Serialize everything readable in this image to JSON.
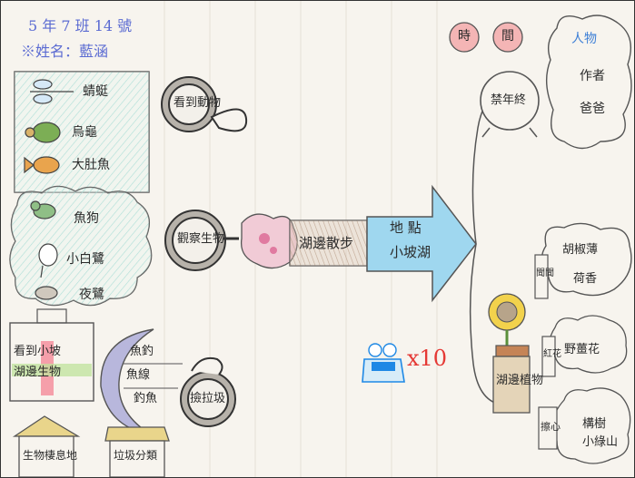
{
  "header": {
    "class_line": "5 年 7 班 14 號",
    "name_line": "※姓名：藍涵"
  },
  "left_group_top": {
    "animals": [
      "蜻蜓",
      "烏龜",
      "大肚魚"
    ],
    "magnifier_label": "看到動物"
  },
  "left_group_mid": {
    "birds": [
      "魚狗",
      "小白鷺",
      "夜鷺"
    ],
    "magnifier_label": "觀察生物"
  },
  "center": {
    "walk_label": "湖邊散步",
    "arrow_top": "地 點",
    "arrow_bottom": "小坡湖"
  },
  "left_group_bottom": {
    "box_line1": "看到小坡",
    "box_line2": "湖邊生物",
    "moon_items": [
      "魚釣",
      "魚線",
      "釣魚"
    ],
    "magnifier_label": "撿拉圾",
    "house1": "生物棲息地",
    "house2": "垃圾分類"
  },
  "right_top": {
    "bubble1": "時",
    "bubble2": "間",
    "clock_label": "禁年終",
    "person_title": "人物",
    "author_line1": "作者",
    "author_line2": "爸爸"
  },
  "right_mid": {
    "tag_label": "聞聞",
    "cloud_line1": "胡椒薄",
    "cloud_line2": "荷香"
  },
  "right_low": {
    "pot_label": "湖邊植物",
    "tag_label": "紅花",
    "wild_flower": "野薑花"
  },
  "right_bottom": {
    "tag_label": "擦心",
    "cloud_line1": "構樹",
    "cloud_line2": "小綠山"
  },
  "stamp": {
    "text": "x10",
    "color": "#e53935"
  }
}
